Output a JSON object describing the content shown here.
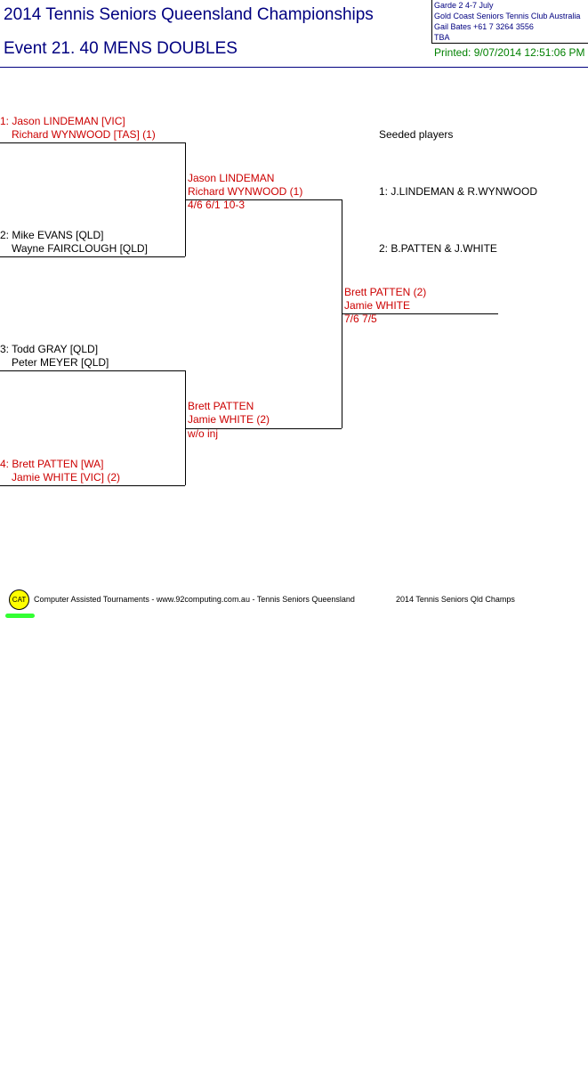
{
  "header": {
    "title": "2014 Tennis Seniors Queensland Championships",
    "event": "Event 21. 40 MENS DOUBLES",
    "info": {
      "grade_dates": "Garde 2    4-7 July",
      "venue": "Gold Coast Seniors Tennis Club   Australia",
      "contact": "Gail Bates   +61 7 3264 3556",
      "tba": "TBA"
    },
    "printed": "Printed: 9/07/2014 12:51:06 PM"
  },
  "draw": {
    "round1": [
      {
        "line1": "1: Jason LINDEMAN [VIC]",
        "line2": "Richard WYNWOOD [TAS] (1)"
      },
      {
        "line1": "2: Mike EVANS [QLD]",
        "line2": "Wayne FAIRCLOUGH [QLD]"
      },
      {
        "line1": "3: Todd GRAY [QLD]",
        "line2": "Peter MEYER [QLD]"
      },
      {
        "line1": "4: Brett PATTEN [WA]",
        "line2": "Jamie WHITE [VIC] (2)"
      }
    ],
    "round2": [
      {
        "line1": "Jason LINDEMAN",
        "line2": "Richard WYNWOOD (1)",
        "score": "4/6 6/1 10-3"
      },
      {
        "line1": "Brett PATTEN",
        "line2": "Jamie WHITE (2)",
        "score": "w/o inj"
      }
    ],
    "final": {
      "line1": "Brett PATTEN (2)",
      "line2": "Jamie WHITE",
      "score": "7/6 7/5"
    }
  },
  "seeds": {
    "heading": "Seeded players",
    "items": [
      "1: J.LINDEMAN & R.WYNWOOD",
      "2: B.PATTEN & J.WHITE"
    ]
  },
  "footer": {
    "logo_text": "CAT",
    "credit": "Computer Assisted Tournaments - www.92computing.com.au -  Tennis Seniors Queensland",
    "event_name": "2014 Tennis Seniors Qld Champs"
  }
}
